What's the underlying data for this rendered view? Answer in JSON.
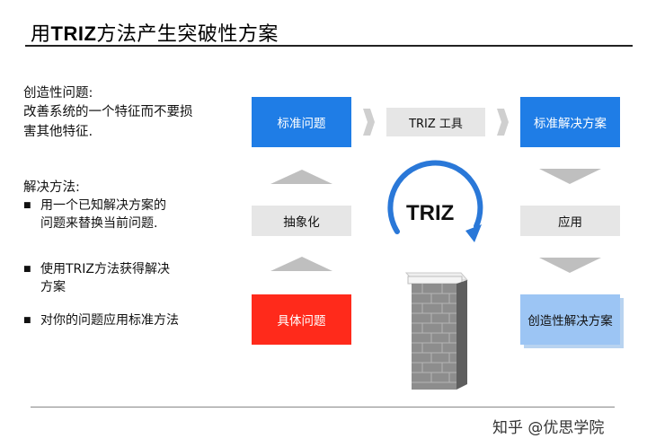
{
  "title": {
    "bold": "TRIZ",
    "prefix": "用",
    "suffix": "方法产生突破性方案"
  },
  "problem": {
    "heading": "创造性问题:",
    "line1": "改善系统的一个特征而不要损",
    "line2": "害其他特征."
  },
  "solution": {
    "heading": "解决方法:",
    "bullets": [
      {
        "line1": "用一个已知解决方案的",
        "line2": "问题来替换当前问题."
      },
      {
        "line1": "使用TRIZ方法获得解决",
        "line2": "方案"
      },
      {
        "line1": "对你的问题应用标准方法",
        "line2": ""
      }
    ]
  },
  "diagram": {
    "standard_problem": "标准问题",
    "triz_tool": "TRIZ 工具",
    "standard_solution": "标准解决方案",
    "abstraction": "抽象化",
    "application": "应用",
    "specific_problem": "具体问题",
    "creative_solution": "创造性解决方案",
    "cycle_label": "TRIZ"
  },
  "watermark": "知乎 @优思学院",
  "colors": {
    "blue": "#1f7de6",
    "red": "#ff2a1b",
    "light_blue": "#9cc5f4",
    "grey_box": "#e6e6e6",
    "arrow_grey": "#bfbfbf",
    "cycle_arrow": "#2a78d8"
  }
}
